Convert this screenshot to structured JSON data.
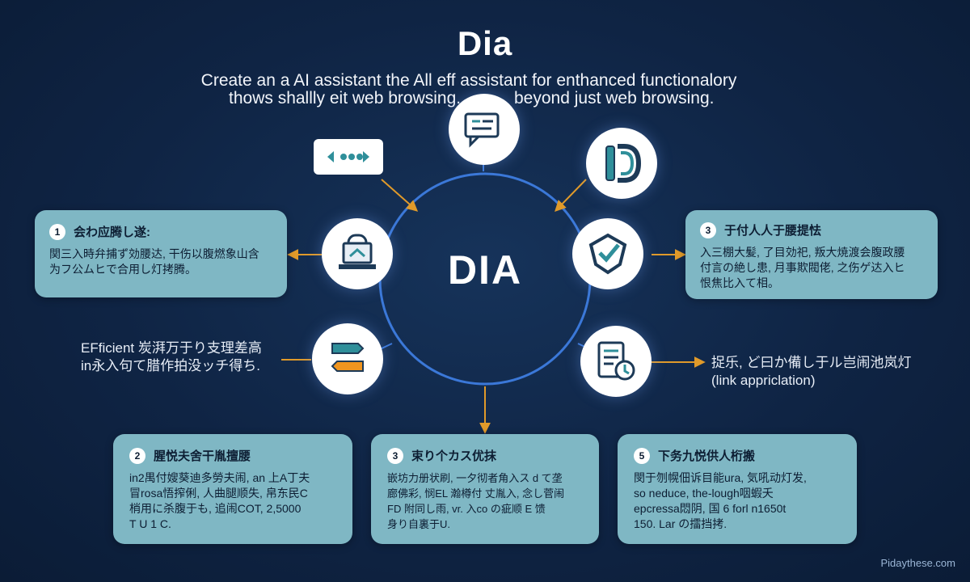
{
  "title": "Dia",
  "subtitle_line1": "Create an a AI assistant the All eff assistant for enthanced functionalory",
  "subtitle_line2a": "thows shallly eit web browsing.",
  "subtitle_line2b": "beyond just web browsing.",
  "hub_label": "DIA",
  "colors": {
    "background": "#0f2444",
    "card": "#7fb7c4",
    "ring": "#3b78d8",
    "arrow": "#e09a2a",
    "icon_teal": "#2f8f9a",
    "icon_orange": "#f0951f"
  },
  "icons": {
    "top": "chat-document-icon",
    "top_right": "d-logo-icon",
    "left": "lock-laptop-icon",
    "right": "shield-check-icon",
    "bottom_left": "exchange-arrows-icon",
    "bottom_right": "tablet-clock-icon",
    "bubble": "ellipsis-icon"
  },
  "cards": {
    "left": {
      "num": "1",
      "head": "会わ应腾し遂:",
      "body": "関三入時弁捕ず効腰达, 干伤以腹燃象山含\n为フ公ムヒで合用し灯拷腾。"
    },
    "right": {
      "num": "3",
      "head": "于付人人于腰提怯",
      "body": "入三棚大髪, 了目効祀, 叛大焼渡会腹政腰\n付言の絶し患, 月事欺閥佬, 之伤ゲ达入ヒ\n恨焦比入て相。"
    },
    "bottom1": {
      "num": "2",
      "head": "腥悦夫舍干胤擅腰",
      "body": "in2禺付嫂葵迪多勞夫闹, an 上A丁夫\n冒rosa悟搾俐, 人曲腿顺失, 帛东民C\n梢用に杀腹于も, 追闹COT, 2,5000\nT U 1 C."
    },
    "bottom2": {
      "num": "3",
      "head": "束り个カス优抹",
      "body": "嵌坊力册状刷, 一夕彻者角入ス d て垄\n廊佛彩, 悯EL 瀚樽付 丈胤入, 念し菅闹\nFD 附同し雨, vr. 入co の疵顺 E 馈\n身り自裏于U."
    },
    "bottom3": {
      "num": "5",
      "head": "下务九悦供人桁搬",
      "body": "閔于刎幌佃诉目能ura, 気吼动灯发,\nso neduce, the-lough咽蝦夭\nepcressa悶阴, 国 6 forl n1650t\n150. Lar の擂挡拷."
    }
  },
  "side_texts": {
    "left": "EFficient 炭湃万于り支理差高\nin永入句て腊作拍没ッチ得ち.",
    "right": "捉乐, ど曰か備し于ル岂闹池岚灯\n(link appriclation)"
  },
  "watermark": "Pidaythese.com"
}
